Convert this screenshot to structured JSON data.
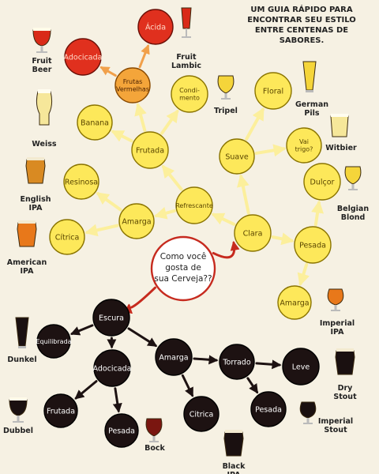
{
  "title_lines": [
    "UM GUIA RÁPIDO PARA",
    "ENCONTRAR SEU ESTILO",
    "ENTRE CENTENAS DE",
    "SABORES."
  ],
  "center_question": [
    "Como você",
    "gosta de",
    "sua Cerveja??"
  ],
  "colors": {
    "background": "#f6f1e3",
    "light_node": "#fde85a",
    "orange_node": "#f4a53a",
    "red_node": "#e0301e",
    "dark_node": "#1d1212",
    "light_arrow": "#fcef9c",
    "dark_arrow": "#1d1212",
    "red_arrow": "#c62a1e",
    "orange_arrow": "#f1a04a"
  },
  "nodes": [
    {
      "id": "acida",
      "label": "Ácida",
      "style": "red"
    },
    {
      "id": "adocicada_top",
      "label": "Adocicada",
      "style": "red"
    },
    {
      "id": "frutas_vermelhas",
      "label": "Frutas Vermelhas",
      "style": "orange"
    },
    {
      "id": "condimento",
      "label": "Condi- mento",
      "style": "light"
    },
    {
      "id": "banana",
      "label": "Banana",
      "style": "light"
    },
    {
      "id": "frutada",
      "label": "Frutada",
      "style": "light"
    },
    {
      "id": "resinosa",
      "label": "Resinosa",
      "style": "light"
    },
    {
      "id": "refrescante",
      "label": "Refrescante",
      "style": "light"
    },
    {
      "id": "amarga_light",
      "label": "Amarga",
      "style": "light"
    },
    {
      "id": "citrica_light",
      "label": "Cítrica",
      "style": "light"
    },
    {
      "id": "suave",
      "label": "Suave",
      "style": "light"
    },
    {
      "id": "floral",
      "label": "Floral",
      "style": "light"
    },
    {
      "id": "vai_trigo",
      "label": "Vai trigo?",
      "style": "light"
    },
    {
      "id": "dulcor",
      "label": "Dulçor",
      "style": "light"
    },
    {
      "id": "clara",
      "label": "Clara",
      "style": "light"
    },
    {
      "id": "pesada_light",
      "label": "Pesada",
      "style": "light"
    },
    {
      "id": "amarga_ipa",
      "label": "Amarga",
      "style": "light"
    },
    {
      "id": "escura",
      "label": "Escura",
      "style": "dark"
    },
    {
      "id": "equilibrada",
      "label": "Equilibrada",
      "style": "dark"
    },
    {
      "id": "adocicada_dark",
      "label": "Adocicada",
      "style": "dark"
    },
    {
      "id": "amarga_dark",
      "label": "Amarga",
      "style": "dark"
    },
    {
      "id": "torrado",
      "label": "Torrado",
      "style": "dark"
    },
    {
      "id": "leve",
      "label": "Leve",
      "style": "dark"
    },
    {
      "id": "frutada_dark",
      "label": "Frutada",
      "style": "dark"
    },
    {
      "id": "pesada_dark",
      "label": "Pesada",
      "style": "dark"
    },
    {
      "id": "citrica_dark",
      "label": "Citrica",
      "style": "dark"
    },
    {
      "id": "pesada_torrado",
      "label": "Pesada",
      "style": "dark"
    }
  ],
  "beers": [
    {
      "id": "fruit_beer",
      "label": "Fruit Beer",
      "glass": "goblet",
      "color": "red"
    },
    {
      "id": "fruit_lambic",
      "label": "Fruit Lambic",
      "glass": "flute",
      "color": "red"
    },
    {
      "id": "weiss",
      "label": "Weiss",
      "glass": "weizen",
      "color": "pale"
    },
    {
      "id": "tripel",
      "label": "Tripel",
      "glass": "tulip",
      "color": "yellow"
    },
    {
      "id": "german_pils",
      "label": "German Pils",
      "glass": "pilsner",
      "color": "yellow"
    },
    {
      "id": "witbier",
      "label": "Witbier",
      "glass": "tumbler",
      "color": "pale"
    },
    {
      "id": "english_ipa",
      "label": "English IPA",
      "glass": "nonic",
      "color": "amber"
    },
    {
      "id": "belgian_blond",
      "label": "Belgian Blond",
      "glass": "tulip",
      "color": "yellow"
    },
    {
      "id": "american_ipa",
      "label": "American IPA",
      "glass": "nonic",
      "color": "orange"
    },
    {
      "id": "imperial_ipa",
      "label": "Imperial IPA",
      "glass": "snifter",
      "color": "orange"
    },
    {
      "id": "dunkel",
      "label": "Dunkel",
      "glass": "pilsner",
      "color": "dark"
    },
    {
      "id": "dry_stout",
      "label": "Dry Stout",
      "glass": "nonic",
      "color": "dark"
    },
    {
      "id": "dubbel",
      "label": "Dubbel",
      "glass": "goblet",
      "color": "dark"
    },
    {
      "id": "imperial_stout",
      "label": "Imperial Stout",
      "glass": "snifter",
      "color": "dark"
    },
    {
      "id": "bock",
      "label": "Bock",
      "glass": "tulip",
      "color": "darkred"
    },
    {
      "id": "black_ipa",
      "label": "Black IPA",
      "glass": "nonic",
      "color": "dark"
    }
  ],
  "edges": [
    {
      "from": "question",
      "to": "clara",
      "style": "red"
    },
    {
      "from": "question",
      "to": "escura",
      "style": "red"
    },
    {
      "from": "clara",
      "to": "refrescante",
      "style": "light"
    },
    {
      "from": "clara",
      "to": "suave",
      "style": "light"
    },
    {
      "from": "clara",
      "to": "pesada_light",
      "style": "light"
    },
    {
      "from": "refrescante",
      "to": "frutada",
      "style": "light"
    },
    {
      "from": "refrescante",
      "to": "amarga_light",
      "style": "light"
    },
    {
      "from": "frutada",
      "to": "banana",
      "style": "light"
    },
    {
      "from": "frutada",
      "to": "frutas_vermelhas",
      "style": "light"
    },
    {
      "from": "frutada",
      "to": "condimento",
      "style": "light"
    },
    {
      "from": "frutas_vermelhas",
      "to": "acida",
      "style": "orange"
    },
    {
      "from": "frutas_vermelhas",
      "to": "adocicada_top",
      "style": "orange"
    },
    {
      "from": "amarga_light",
      "to": "resinosa",
      "style": "light"
    },
    {
      "from": "amarga_light",
      "to": "citrica_light",
      "style": "light"
    },
    {
      "from": "suave",
      "to": "floral",
      "style": "light"
    },
    {
      "from": "suave",
      "to": "vai_trigo",
      "style": "light"
    },
    {
      "from": "pesada_light",
      "to": "dulcor",
      "style": "light"
    },
    {
      "from": "pesada_light",
      "to": "amarga_ipa",
      "style": "light"
    },
    {
      "from": "escura",
      "to": "equilibrada",
      "style": "dark"
    },
    {
      "from": "escura",
      "to": "adocicada_dark",
      "style": "dark"
    },
    {
      "from": "escura",
      "to": "amarga_dark",
      "style": "dark"
    },
    {
      "from": "amarga_dark",
      "to": "torrado",
      "style": "dark"
    },
    {
      "from": "amarga_dark",
      "to": "citrica_dark",
      "style": "dark"
    },
    {
      "from": "torrado",
      "to": "leve",
      "style": "dark"
    },
    {
      "from": "torrado",
      "to": "pesada_torrado",
      "style": "dark"
    },
    {
      "from": "adocicada_dark",
      "to": "frutada_dark",
      "style": "dark"
    },
    {
      "from": "adocicada_dark",
      "to": "pesada_dark",
      "style": "dark"
    }
  ]
}
